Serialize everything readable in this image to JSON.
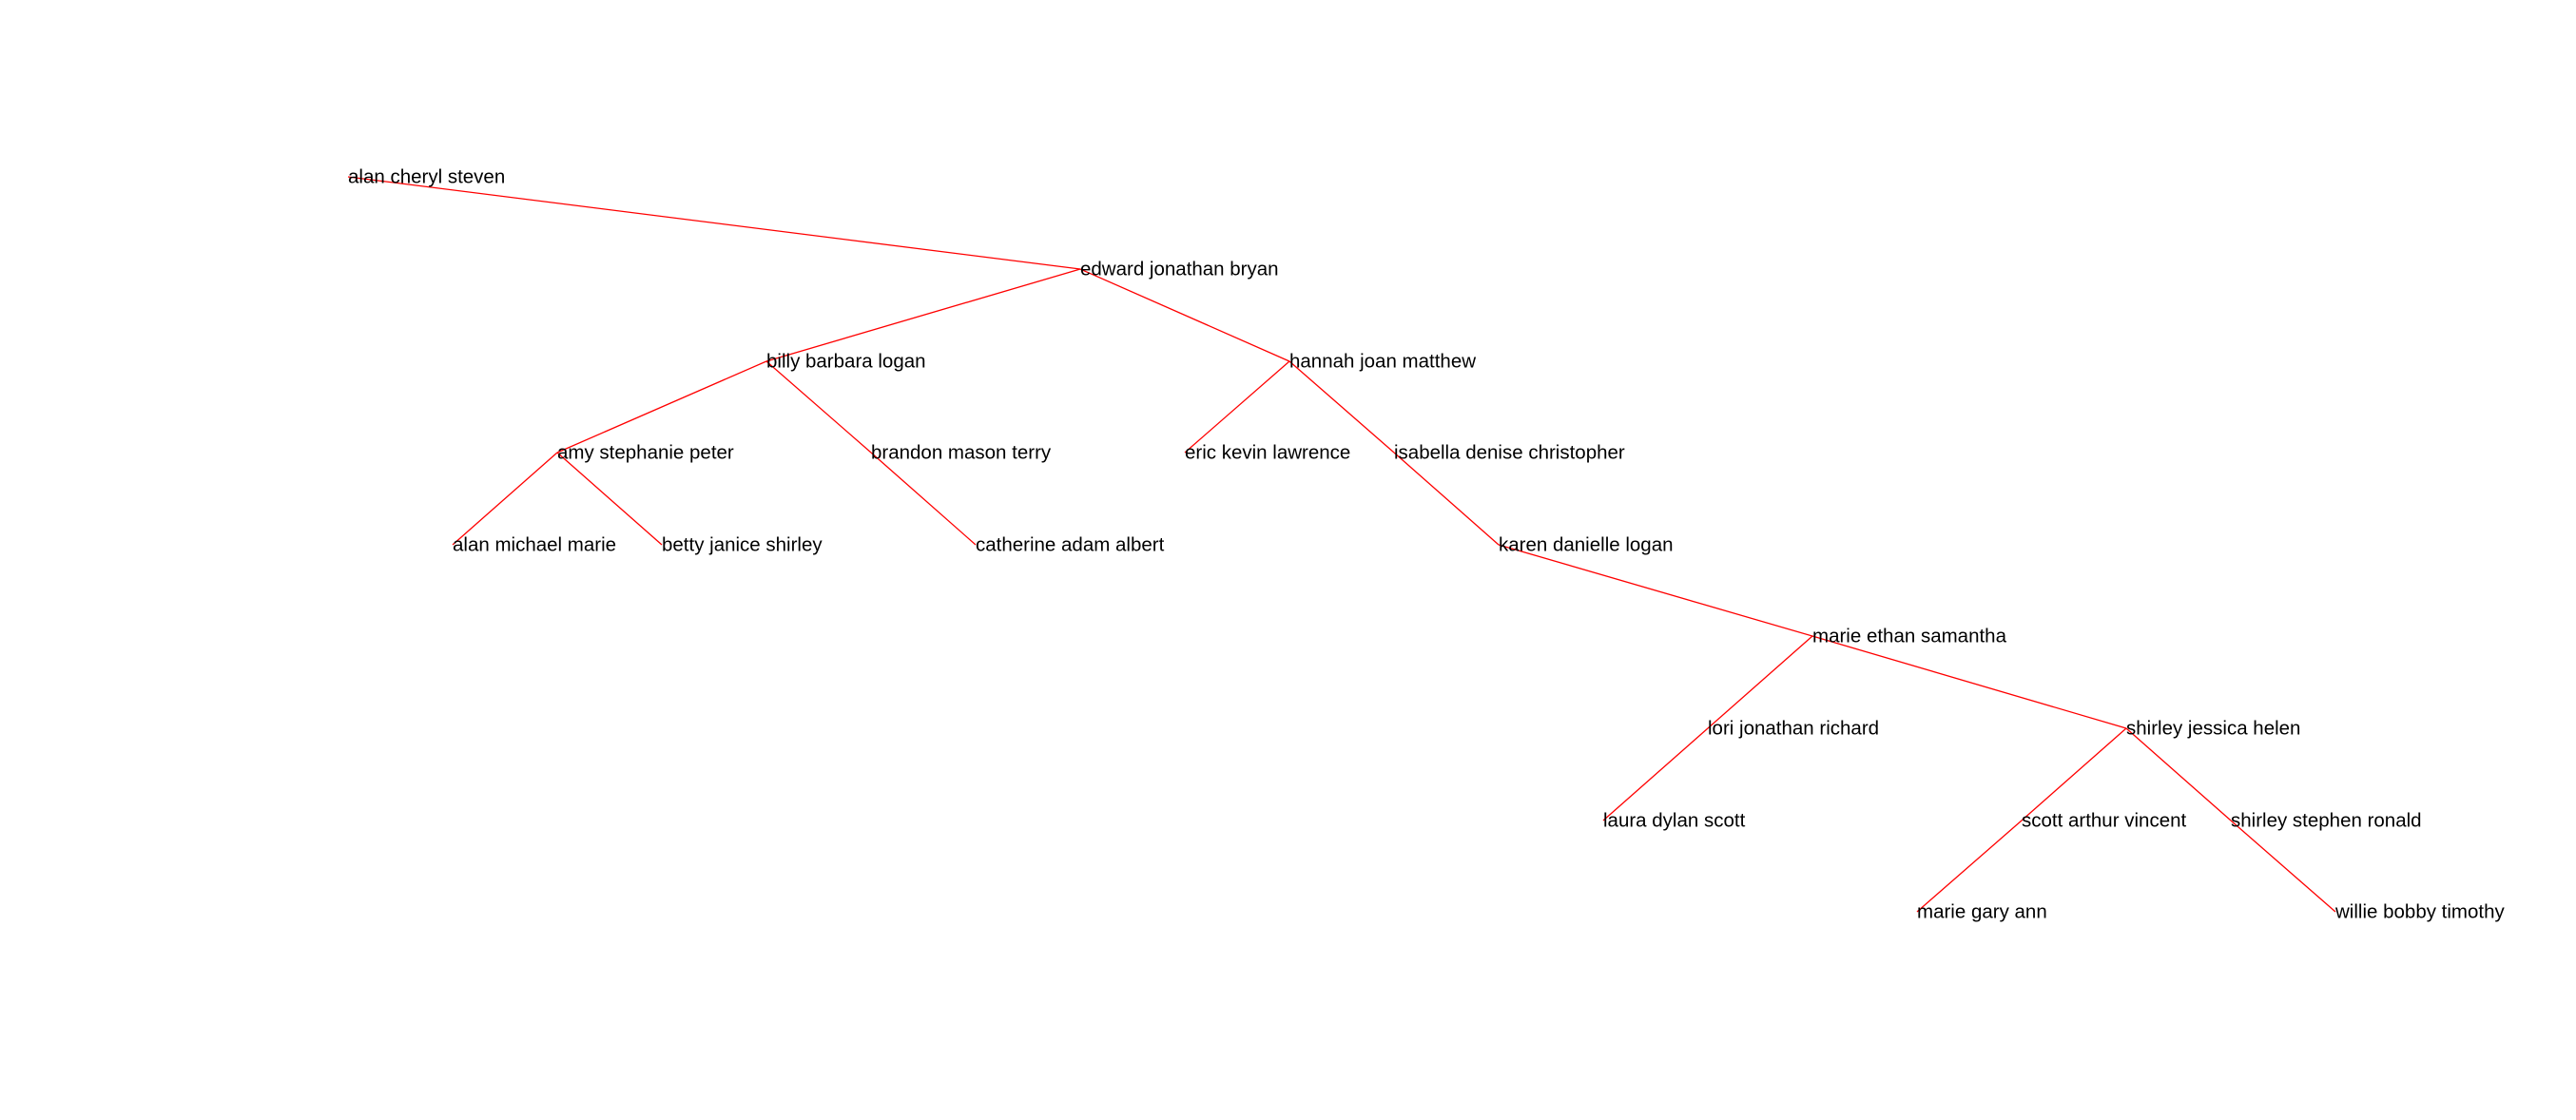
{
  "tree": {
    "edge_color": "#ff0000",
    "label_color": "#000000",
    "nodes": [
      {
        "id": "n1",
        "label": "alan cheryl steven"
      },
      {
        "id": "n2",
        "label": "edward jonathan bryan"
      },
      {
        "id": "n3",
        "label": "billy barbara logan"
      },
      {
        "id": "n4",
        "label": "hannah joan matthew"
      },
      {
        "id": "n5",
        "label": "amy stephanie peter"
      },
      {
        "id": "n6",
        "label": "brandon mason terry"
      },
      {
        "id": "n7",
        "label": "eric kevin lawrence"
      },
      {
        "id": "n8",
        "label": "isabella denise christopher"
      },
      {
        "id": "n9",
        "label": "alan michael marie"
      },
      {
        "id": "n10",
        "label": "betty janice shirley"
      },
      {
        "id": "n11",
        "label": "catherine adam albert"
      },
      {
        "id": "n12",
        "label": "karen danielle logan"
      },
      {
        "id": "n13",
        "label": "marie ethan samantha"
      },
      {
        "id": "n14",
        "label": "lori jonathan richard"
      },
      {
        "id": "n15",
        "label": "shirley jessica helen"
      },
      {
        "id": "n16",
        "label": "laura dylan scott"
      },
      {
        "id": "n17",
        "label": "scott arthur vincent"
      },
      {
        "id": "n18",
        "label": "shirley stephen ronald"
      },
      {
        "id": "n19",
        "label": "marie gary ann"
      },
      {
        "id": "n20",
        "label": "willie bobby timothy"
      }
    ],
    "edges": [
      [
        "n1",
        "n2"
      ],
      [
        "n2",
        "n3"
      ],
      [
        "n2",
        "n4"
      ],
      [
        "n3",
        "n5"
      ],
      [
        "n3",
        "n6"
      ],
      [
        "n4",
        "n7"
      ],
      [
        "n4",
        "n8"
      ],
      [
        "n5",
        "n9"
      ],
      [
        "n5",
        "n10"
      ],
      [
        "n6",
        "n11"
      ],
      [
        "n8",
        "n12"
      ],
      [
        "n12",
        "n13"
      ],
      [
        "n13",
        "n14"
      ],
      [
        "n13",
        "n15"
      ],
      [
        "n14",
        "n16"
      ],
      [
        "n15",
        "n17"
      ],
      [
        "n15",
        "n18"
      ],
      [
        "n17",
        "n19"
      ],
      [
        "n18",
        "n20"
      ]
    ]
  }
}
